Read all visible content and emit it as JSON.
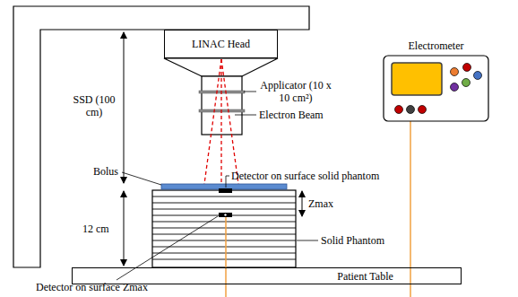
{
  "diagram": {
    "nodes": [
      {
        "text": [
          "LINAC Head"
        ]
      },
      {
        "text": [
          "Electrometer"
        ]
      },
      {
        "text": [
          "Patient Table"
        ]
      }
    ],
    "labels": [
      "SSD (100 cm)",
      "12 cm",
      "Applicator (10 x 10 cm²)",
      "Electron Beam",
      "Bolus",
      "Detector on surface solid phantom",
      "Zmax",
      "Solid Phantom",
      "Detector on surface Zmax"
    ]
  }
}
